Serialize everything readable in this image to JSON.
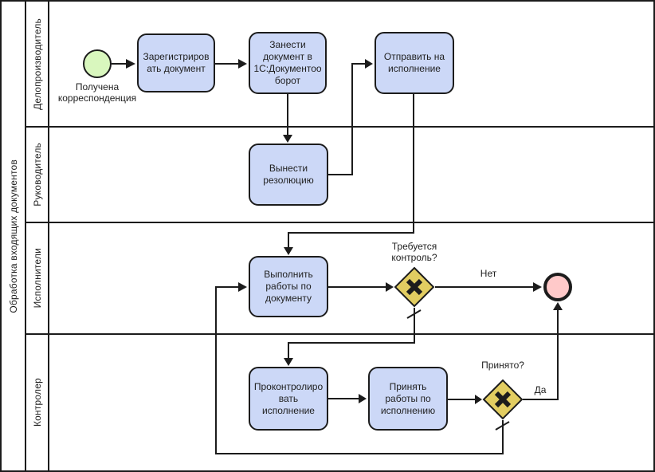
{
  "pool": {
    "title": "Обработка входящих документов",
    "lanes": [
      {
        "label": "Делопроизводитель"
      },
      {
        "label": "Руководитель"
      },
      {
        "label": "Исполнители"
      },
      {
        "label": "Контролер"
      }
    ]
  },
  "events": {
    "start": {
      "label": "Получена\nкорреспонденция"
    }
  },
  "tasks": [
    {
      "label": "Зарегистриров\nать документ"
    },
    {
      "label": "Занести\nдокумент в\n1С:Документоо\nборот"
    },
    {
      "label": "Отправить на\nисполнение"
    },
    {
      "label": "Вынести\nрезолюцию"
    },
    {
      "label": "Выполнить\nработы по\nдокументу"
    },
    {
      "label": "Проконтролиро\nвать\nисполнение"
    },
    {
      "label": "Принять\nработы по\nисполнению"
    }
  ],
  "gateways": [
    {
      "label": "Требуется\nконтроль?",
      "marker": "X"
    },
    {
      "label": "Принято?",
      "marker": "X"
    }
  ],
  "flow_labels": {
    "no": "Нет",
    "yes": "Да"
  },
  "colors": {
    "stroke": "#1c1c1c",
    "task_fill": "#ccd8f7",
    "start_fill": "#d9f7be",
    "end_fill": "#ffc9c9",
    "gateway_fill": "#e2cd61",
    "text": "#1f1f1f"
  }
}
